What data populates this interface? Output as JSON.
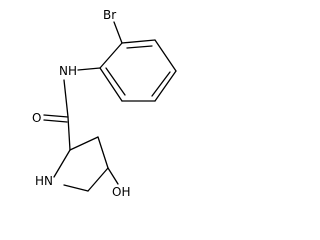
{
  "molecule": {
    "atoms": {
      "bromine": "Br",
      "amide_nh": "NH",
      "carbonyl_o": "O",
      "ring_nh": "HN",
      "hydroxyl": "OH"
    }
  }
}
